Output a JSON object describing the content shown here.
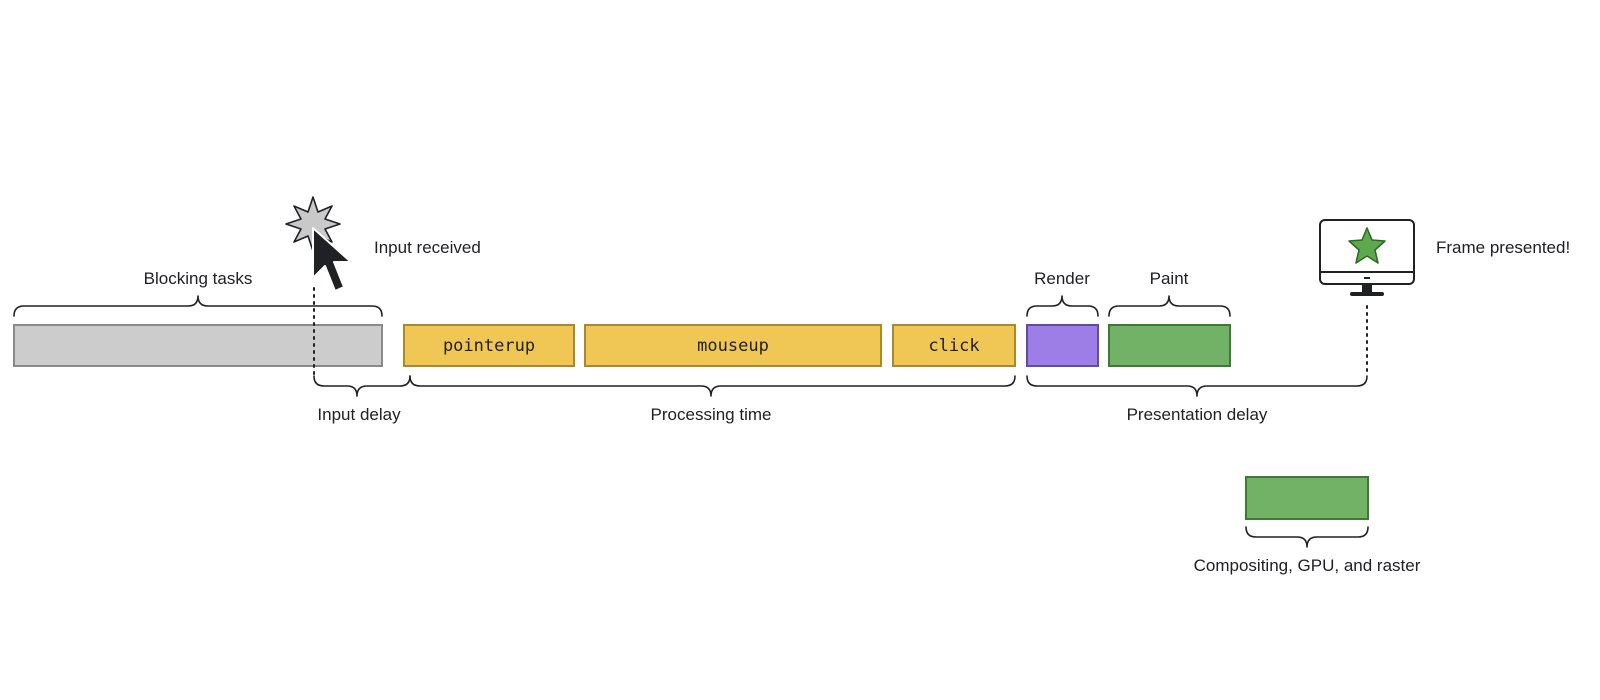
{
  "labels": {
    "blocking_tasks": "Blocking tasks",
    "input_received": "Input received",
    "input_delay": "Input delay",
    "processing_time": "Processing time",
    "presentation_delay": "Presentation delay",
    "render": "Render",
    "paint": "Paint",
    "frame_presented": "Frame presented!",
    "compositing": "Compositing, GPU, and raster"
  },
  "events": {
    "pointerup": "pointerup",
    "mouseup": "mouseup",
    "click": "click"
  },
  "colors": {
    "blocking": "#cccccc",
    "blocking_stroke": "#8a8a8a",
    "event": "#f0c654",
    "event_stroke": "#a88a2a",
    "render": "#9d7de6",
    "render_stroke": "#5e4ba5",
    "paint": "#72b266",
    "paint_stroke": "#3f7a35",
    "star": "#5ea84e",
    "burst": "#c9c9c9"
  },
  "icons": {
    "click": "click-burst-icon",
    "cursor": "cursor-arrow-icon",
    "monitor": "monitor-icon",
    "star": "star-icon"
  }
}
